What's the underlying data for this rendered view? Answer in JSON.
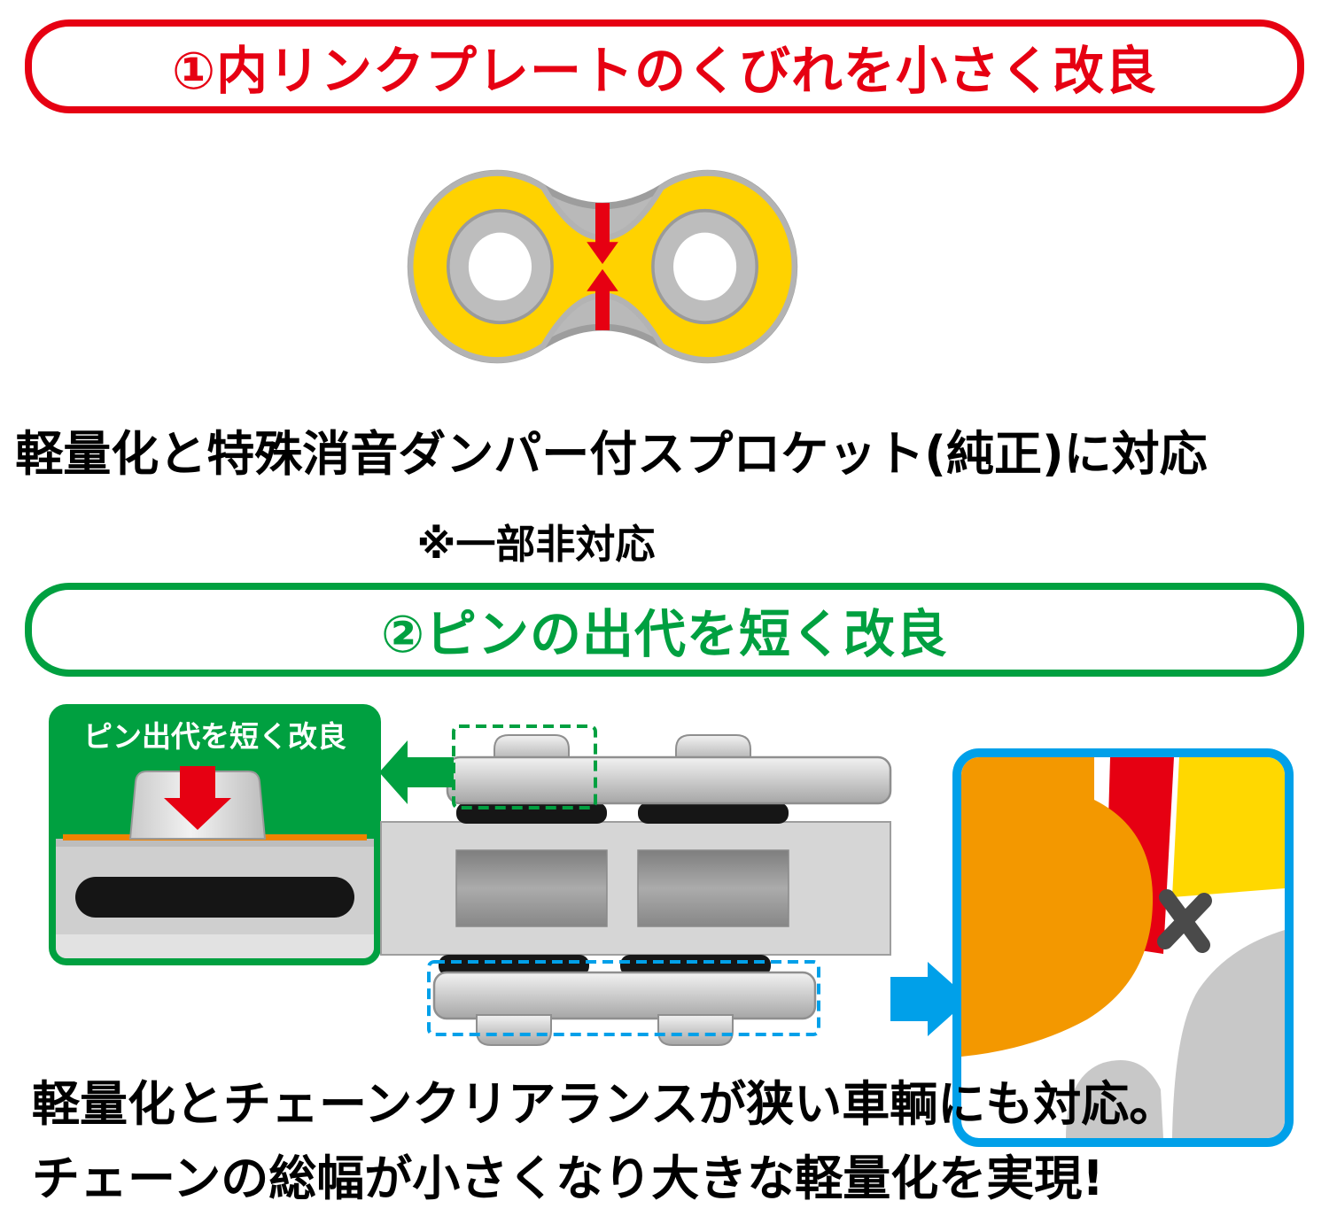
{
  "section1": {
    "title": "①内リンクプレートのくびれを小さく改良",
    "caption": "軽量化と特殊消音ダンパー付スプロケット(純正)に対応",
    "note": "※一部非対応"
  },
  "section2": {
    "title": "②ピンの出代を短く改良",
    "inset_label": "ピン出代を短く改良",
    "caption_line1": "軽量化とチェーンクリアランスが狭い車輌にも対応。",
    "caption_line2": "チェーンの総幅が小さくなり大きな軽量化を実現!"
  },
  "colors": {
    "accent_red": "#e60012",
    "accent_green": "#00a040",
    "accent_blue": "#00a0e9",
    "plate_yellow": "#ffd200",
    "sprocket_orange": "#f39800",
    "sprocket_yellow": "#ffd800"
  }
}
